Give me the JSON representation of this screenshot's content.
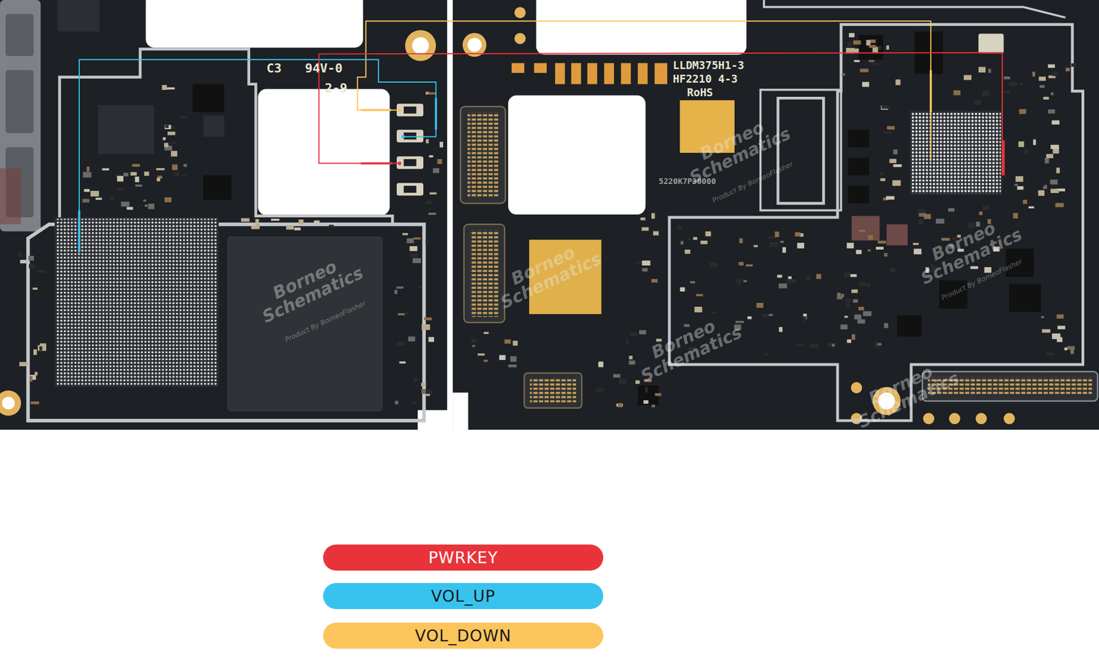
{
  "diagram": {
    "labels": [
      "C3",
      "94V-0",
      "2-9",
      "LLDM375H1-3",
      "HF2210 4-3",
      "RoHS",
      "5220K7P30000",
      "Borneo Schematics",
      "Borneo Schematics",
      "Borneo Schematics",
      "Borneo Schematics",
      "Borneo Schematics",
      "Borneo Schematics",
      "Product By BorneoFlasher",
      "Product By BorneoFlasher",
      "Product By BorneoFlasher"
    ],
    "legend": [
      {
        "text": "PWRKEY",
        "color": "#e8333a"
      },
      {
        "text": "VOL_UP",
        "color": "#38c3ef"
      },
      {
        "text": "VOL_DOWN",
        "color": "#fbc55c"
      }
    ]
  }
}
